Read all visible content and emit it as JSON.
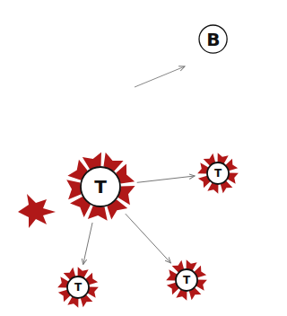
{
  "diagram": {
    "nodes": [
      {
        "text": [
          "B"
        ]
      },
      {
        "text": [
          "T"
        ]
      },
      {
        "text": [
          "T"
        ]
      },
      {
        "text": [
          "T"
        ]
      },
      {
        "text": [
          "T"
        ]
      }
    ],
    "edges": [
      {
        "from": 1,
        "to": 2,
        "arrow": "to"
      },
      {
        "from": 1,
        "to": 3,
        "arrow": "to"
      },
      {
        "from": 1,
        "to": 4,
        "arrow": "to"
      }
    ]
  }
}
